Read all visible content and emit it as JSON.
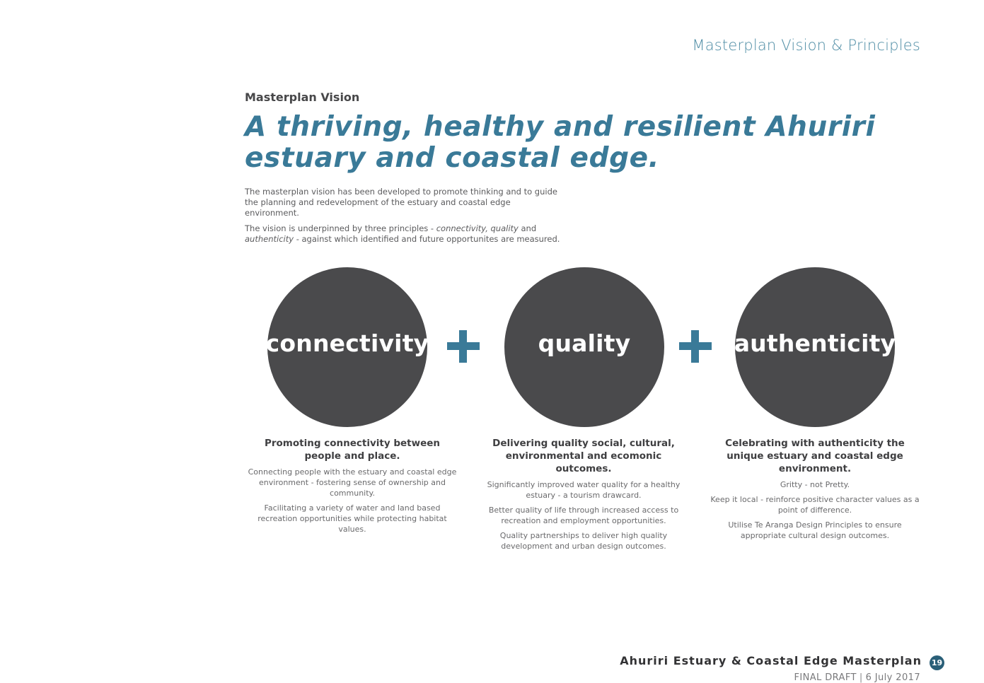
{
  "header": {
    "section_title": "Masterplan Vision & Principles"
  },
  "vision": {
    "label": "Masterplan Vision",
    "headline": "A thriving, healthy and resilient Ahuriri estuary and coastal edge.",
    "intro_1": "The masterplan vision has been developed to promote thinking and to guide the planning and redevelopment of the estuary and coastal edge environment.",
    "intro_2_a": "The vision is underpinned by three principles - ",
    "intro_2_em1": "connectivity, quality",
    "intro_2_b": " and ",
    "intro_2_em2": "authenticity",
    "intro_2_c": " - against which identified and future opportunites are measured."
  },
  "principles": [
    {
      "word": "connectivity",
      "heading": "Promoting connectivity between people and place.",
      "points": [
        "Connecting people with the estuary and coastal edge environment - fostering sense of ownership and community.",
        "Facilitating a variety of water and land based recreation opportunities while protecting habitat values."
      ]
    },
    {
      "word": "quality",
      "heading": "Delivering quality social, cultural, environmental and ecomonic outcomes.",
      "points": [
        "Significantly improved water quality for a healthy estuary - a tourism drawcard.",
        "Better quality of life through increased access to recreation and employment opportunities.",
        "Quality partnerships to deliver high quality development and urban design outcomes."
      ]
    },
    {
      "word": "authenticity",
      "heading": "Celebrating with authenticity the unique estuary and coastal edge environment.",
      "points": [
        "Gritty - not Pretty.",
        "Keep it local - reinforce positive character values as a point of difference.",
        "Utilise Te Aranga Design Principles to ensure appropriate cultural design outcomes."
      ]
    }
  ],
  "footer": {
    "title": "Ahuriri Estuary & Coastal Edge Masterplan",
    "page_number": "19",
    "status": "FINAL DRAFT",
    "separator": "|",
    "date": "6 July 2017"
  },
  "colors": {
    "accent_blue": "#3a7a98",
    "circle_grey": "#4a4a4c",
    "section_title": "#4f8da5"
  }
}
